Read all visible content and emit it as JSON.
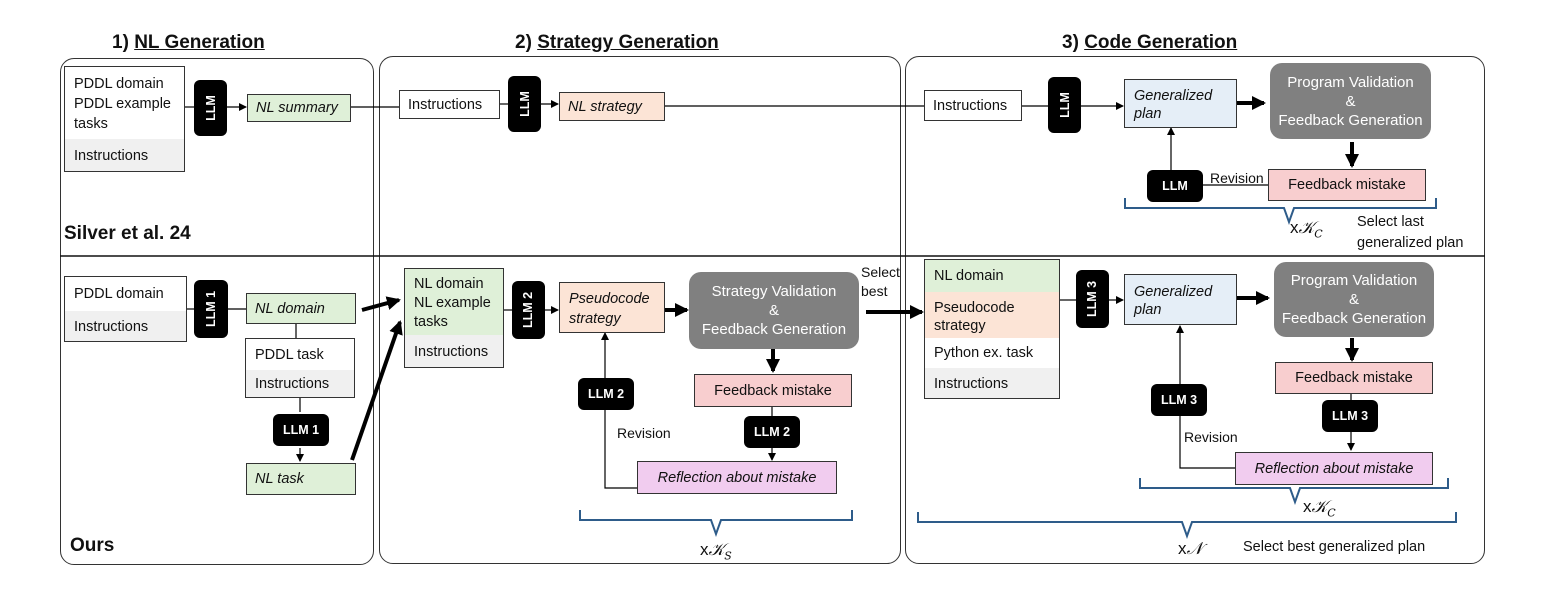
{
  "headers": {
    "nl_gen": {
      "prefix": "1) ",
      "label": "NL Generation"
    },
    "strategy_gen": {
      "prefix": "2) ",
      "label": "Strategy Generation"
    },
    "code_gen": {
      "prefix": "3) ",
      "label": "Code Generation"
    }
  },
  "silver": {
    "label": "Silver et al. 24",
    "input": {
      "line1": "PDDL domain",
      "line2": "PDDL example",
      "line3": "tasks",
      "instructions": "Instructions"
    },
    "llm": "LLM",
    "nl_summary": "NL summary",
    "strategy": {
      "instructions": "Instructions",
      "llm": "LLM",
      "nl_strategy": "NL strategy"
    },
    "code": {
      "instructions": "Instructions",
      "llm": "LLM",
      "generalized_plan": {
        "line1": "Generalized",
        "line2": "plan"
      },
      "validation": {
        "line1": "Program Validation",
        "line2": "&",
        "line3": "Feedback Generation"
      },
      "feedback_mistake": "Feedback mistake",
      "revision": "Revision",
      "llm_revise": "LLM",
      "loop_multiplier": "x",
      "loop_symbol": "𝒦",
      "loop_subscript": "C",
      "select": {
        "line1": "Select last",
        "line2": "generalized plan"
      }
    }
  },
  "ours": {
    "label": "Ours",
    "nl_gen": {
      "pddl_domain": "PDDL domain",
      "instructions": "Instructions",
      "llm": "LLM 1",
      "nl_domain": "NL domain",
      "pddl_task": "PDDL task",
      "instructions2": "Instructions",
      "llm_task": "LLM 1",
      "nl_task": "NL task"
    },
    "strategy": {
      "input": {
        "line1": "NL domain",
        "line2": "NL example",
        "line3": "tasks",
        "instructions": "Instructions"
      },
      "llm": "LLM 2",
      "pseudocode": {
        "line1": "Pseudocode",
        "line2": "strategy"
      },
      "validation": {
        "line1": "Strategy Validation",
        "line2": "&",
        "line3": "Feedback Generation"
      },
      "feedback_mistake": "Feedback mistake",
      "llm_reflect": "LLM 2",
      "reflection": "Reflection about mistake",
      "llm_revise": "LLM 2",
      "revision": "Revision",
      "loop_multiplier": "x",
      "loop_symbol": "𝒦",
      "loop_subscript": "S",
      "select": {
        "line1": "Select",
        "line2": "best"
      }
    },
    "code": {
      "input": {
        "nl_domain": "NL domain",
        "pseudo1": "Pseudocode",
        "pseudo2": "strategy",
        "python": "Python ex. task",
        "instructions": "Instructions"
      },
      "llm": "LLM 3",
      "generalized_plan": {
        "line1": "Generalized",
        "line2": "plan"
      },
      "validation": {
        "line1": "Program Validation",
        "line2": "&",
        "line3": "Feedback Generation"
      },
      "feedback_mistake": "Feedback mistake",
      "llm_reflect": "LLM 3",
      "reflection": "Reflection about mistake",
      "llm_revise": "LLM 3",
      "revision": "Revision",
      "inner_multiplier": "x",
      "inner_symbol": "𝒦",
      "inner_subscript": "C",
      "outer_multiplier": "x",
      "outer_symbol": "𝒩",
      "select": "Select best generalized plan"
    }
  }
}
